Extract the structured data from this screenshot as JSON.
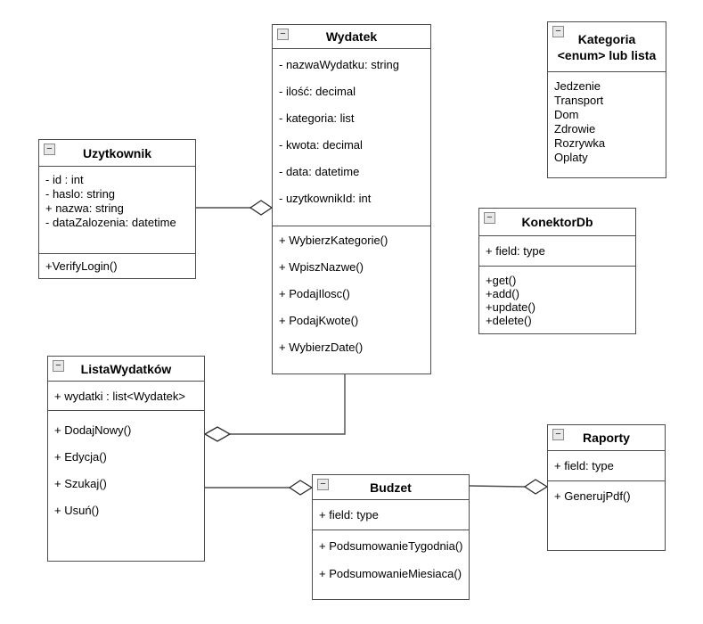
{
  "diagram": {
    "collapse_icon": "−",
    "classes": {
      "wydatek": {
        "title": "Wydatek",
        "attributes": [
          "- nazwaWydatku: string",
          "- ilość: decimal",
          "- kategoria: list",
          "- kwota: decimal",
          "- data: datetime",
          "- uzytkownikId: int"
        ],
        "methods": [
          "+ WybierzKategorie()",
          "+ WpiszNazwe()",
          "+ PodajIlosc()",
          "+ PodajKwote()",
          "+ WybierzDate()"
        ]
      },
      "kategoria": {
        "title": "Kategoria",
        "subtitle": "<enum> lub lista",
        "values": [
          "Jedzenie",
          "Transport",
          "Dom",
          "Zdrowie",
          "Rozrywka",
          "Oplaty"
        ]
      },
      "uzytkownik": {
        "title": "Uzytkownik",
        "attributes": [
          "- id : int",
          "- haslo: string",
          "+ nazwa: string",
          "- dataZalozenia: datetime"
        ],
        "methods": [
          "+VerifyLogin()"
        ]
      },
      "konektordb": {
        "title": "KonektorDb",
        "attributes": [
          "+ field: type"
        ],
        "methods": [
          "+get()",
          "+add()",
          "+update()",
          "+delete()"
        ]
      },
      "listawydatkow": {
        "title": "ListaWydatków",
        "attributes": [
          "+ wydatki : list<Wydatek>"
        ],
        "methods": [
          "+ DodajNowy()",
          "+ Edycja()",
          "+ Szukaj()",
          "+ Usuń()"
        ]
      },
      "budzet": {
        "title": "Budzet",
        "attributes": [
          "+ field: type"
        ],
        "methods": [
          "+ PodsumowanieTygodnia()",
          "+ PodsumowanieMiesiaca()"
        ]
      },
      "raporty": {
        "title": "Raporty",
        "attributes": [
          "+ field: type"
        ],
        "methods": [
          "+ GenerujPdf()"
        ]
      }
    },
    "relationships": [
      {
        "from": "Uzytkownik",
        "to": "Wydatek",
        "type": "aggregation"
      },
      {
        "from": "Wydatek",
        "to": "ListaWydatków",
        "type": "aggregation"
      },
      {
        "from": "ListaWydatków",
        "to": "Budzet",
        "type": "aggregation"
      },
      {
        "from": "Budzet",
        "to": "Raporty",
        "type": "aggregation"
      }
    ]
  },
  "colors": {
    "border": "#4d4d4d",
    "text": "#000000",
    "background": "#ffffff"
  }
}
